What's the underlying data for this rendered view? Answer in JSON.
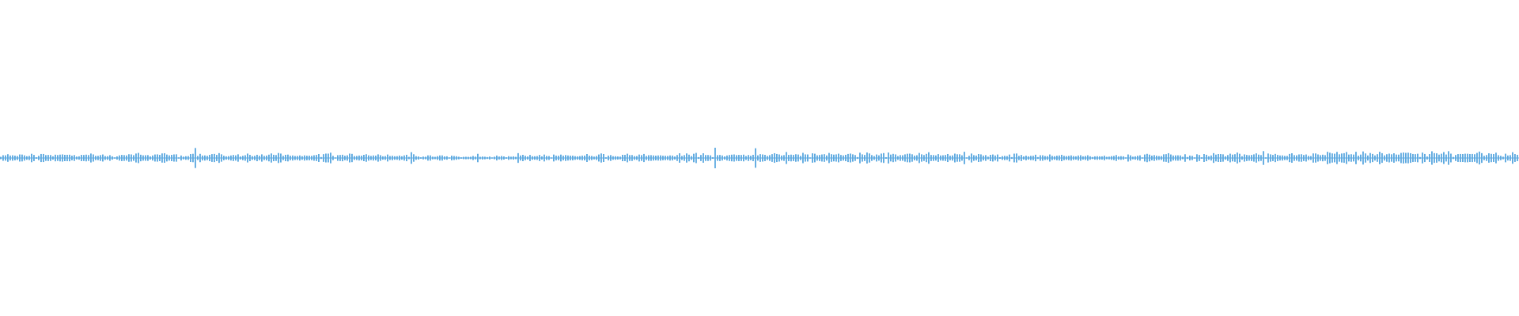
{
  "waveform": {
    "color": "#5DA9E0",
    "bar_count": 640,
    "seed": 27,
    "loudness_profile": [
      0.38,
      0.35,
      0.4,
      0.42,
      0.36,
      0.45,
      0.3,
      0.48,
      0.4,
      0.44,
      0.38,
      0.46,
      0.4,
      0.42,
      0.34,
      0.5,
      0.3,
      0.44,
      0.4,
      0.38,
      0.42,
      0.3,
      0.36,
      0.22,
      0.28,
      0.18,
      0.22,
      0.2,
      0.3,
      0.26,
      0.38,
      0.35,
      0.42,
      0.34,
      0.4,
      0.36,
      0.3,
      0.44,
      0.48,
      0.42,
      0.4,
      0.46,
      0.52,
      0.5,
      0.56,
      0.48,
      0.52,
      0.46,
      0.5,
      0.48,
      0.54,
      0.44,
      0.4,
      0.36,
      0.42,
      0.3,
      0.34,
      0.28,
      0.26,
      0.24,
      0.3,
      0.36,
      0.4,
      0.44,
      0.38,
      0.46,
      0.5,
      0.44,
      0.52,
      0.48,
      0.46,
      0.56,
      0.62,
      0.58,
      0.5,
      0.48,
      0.64,
      0.62,
      0.66,
      0.58,
      0.46,
      0.5
    ]
  }
}
